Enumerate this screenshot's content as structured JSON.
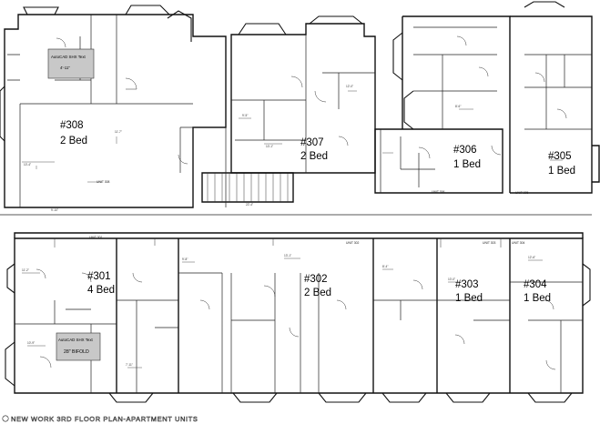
{
  "units": {
    "u308": {
      "number": "#308",
      "beds": "2 Bed"
    },
    "u307": {
      "number": "#307",
      "beds": "2 Bed"
    },
    "u306": {
      "number": "#306",
      "beds": "1 Bed"
    },
    "u305": {
      "number": "#305",
      "beds": "1 Bed"
    },
    "u301": {
      "number": "#301",
      "beds": "4 Bed"
    },
    "u302": {
      "number": "#302",
      "beds": "2 Bed"
    },
    "u303": {
      "number": "#303",
      "beds": "1 Bed"
    },
    "u304": {
      "number": "#304",
      "beds": "1 Bed"
    }
  },
  "unit_tags": {
    "t308": "UNIT 308",
    "t306": "UNIT 306",
    "t305": "UNIT 305",
    "t301": "UNIT 301",
    "t302": "UNIT 302",
    "t303": "UNIT 303",
    "t304": "UNIT 304"
  },
  "callouts": {
    "top": {
      "title": "AutoCAD SHX Text",
      "value": "4'-11\""
    },
    "bottom": {
      "title": "AutoCAD SHX Text",
      "value": "28\" BIFOLD"
    }
  },
  "plan_title": "NEW WORK 3RD FLOOR PLAN-APARTMENT UNITS"
}
